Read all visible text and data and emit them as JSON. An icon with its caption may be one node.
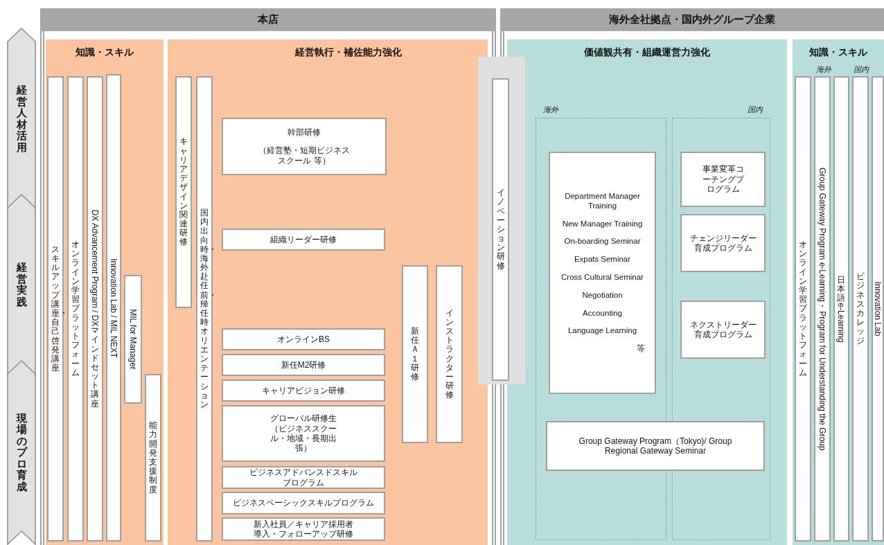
{
  "diagram": {
    "nodes": [
      {
        "text": [
          "経営人材活用"
        ]
      },
      {
        "text": [
          "経営実践"
        ]
      },
      {
        "text": [
          "現場のプロ育成"
        ]
      },
      {
        "text": [
          "本店"
        ]
      },
      {
        "text": [
          "知識・スキル"
        ]
      },
      {
        "text": [
          "スキルアップ講座・自己啓発講座"
        ],
        "in": 4
      },
      {
        "text": [
          "オンライン学習プラットフォーム"
        ],
        "in": 4
      },
      {
        "text": [
          "DX Advancement Program / DXマインドセット講座"
        ],
        "in": 4
      },
      {
        "text": [
          "Innovation Lab / MIL NEXT"
        ],
        "in": 4
      },
      {
        "text": [
          "MIL for Manager"
        ],
        "in": 4
      },
      {
        "text": [
          "能力開発支援制度"
        ],
        "in": 4
      },
      {
        "text": [
          "経営執行・補佐能力強化"
        ]
      },
      {
        "text": [
          "キャリアデザイン関連研修"
        ],
        "in": 11
      },
      {
        "text": [
          "国内出向時・海外赴任前・帰任時オリエンテーション"
        ],
        "in": 11
      },
      {
        "text": [
          "幹部研修",
          "（経営塾・短期ビジネススクール 等）"
        ],
        "in": 11
      },
      {
        "text": [
          "組織リーダー研修"
        ],
        "in": 11
      },
      {
        "text": [
          "オンラインBS"
        ],
        "in": 11
      },
      {
        "text": [
          "新任M2研修"
        ],
        "in": 11
      },
      {
        "text": [
          "キャリアビジョン研修"
        ],
        "in": 11
      },
      {
        "text": [
          "グローバル研修生（ビジネススクール・地域・長期出張）"
        ],
        "in": 11
      },
      {
        "text": [
          "ビジネスアドバンスドスキルプログラム"
        ],
        "in": 11
      },
      {
        "text": [
          "ビジネスベーシックスキルプログラム"
        ],
        "in": 11
      },
      {
        "text": [
          "新入社員／キャリア採用者導入・フォローアップ研修"
        ],
        "in": 11
      },
      {
        "text": [
          "新任Ａ１研修"
        ],
        "in": 11
      },
      {
        "text": [
          "インストラクター研修"
        ],
        "in": 11
      },
      {
        "text": [
          "イノベーション研修"
        ]
      },
      {
        "text": [
          "海外全社拠点・国内外グループ企業"
        ]
      },
      {
        "text": [
          "価値観共有・組織運営力強化"
        ]
      },
      {
        "text": [
          "海外"
        ],
        "in": 27
      },
      {
        "text": [
          "国内"
        ],
        "in": 27
      },
      {
        "text": [
          "Department Manager Training",
          "New Manager Training",
          "On-boarding Seminar",
          "Expats Seminar",
          "Cross Cultural Seminar",
          "Negotiation",
          "Accounting",
          "Language Learning",
          "等"
        ],
        "in": 28
      },
      {
        "text": [
          "事業変革コーチングプログラム"
        ],
        "in": 29
      },
      {
        "text": [
          "チェンジリーダー育成プログラム"
        ],
        "in": 29
      },
      {
        "text": [
          "ネクストリーダー育成プログラム"
        ],
        "in": 29
      },
      {
        "text": [
          "Group Gateway Program（Tokyo)/ Group Regional Gateway Seminar"
        ],
        "in": 27
      },
      {
        "text": [
          "知識・スキル",
          "海外",
          "国内"
        ]
      },
      {
        "text": [
          "オンライン学習プラットフォーム"
        ],
        "in": 35
      },
      {
        "text": [
          "Group Gateway Program e-Learning・Program for Understanding the Group"
        ],
        "in": 35
      },
      {
        "text": [
          "日本語e-Learning"
        ],
        "in": 35
      },
      {
        "text": [
          "ビジネスカレッジ"
        ],
        "in": 35
      },
      {
        "text": [
          "Innovation Lab"
        ],
        "in": 35
      }
    ]
  }
}
